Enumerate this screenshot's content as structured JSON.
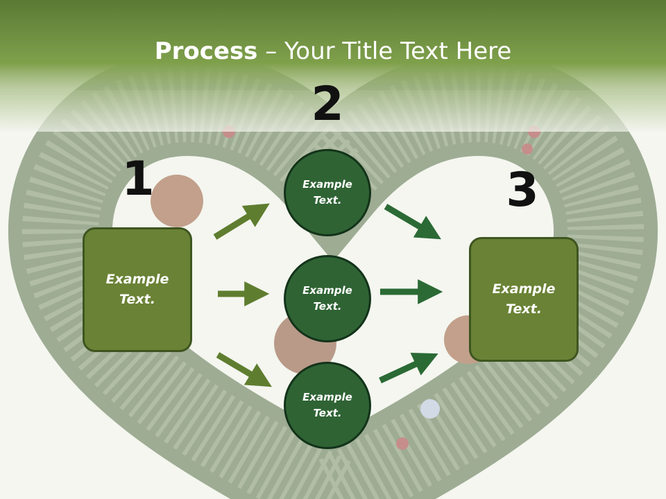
{
  "title": {
    "bold": "Process",
    "rest": " – Your Title Text Here"
  },
  "steps": [
    {
      "number": "1",
      "text_line1": "Example",
      "text_line2": "Text."
    },
    {
      "number": "2"
    },
    {
      "number": "3",
      "text_line1": "Example",
      "text_line2": "Text."
    }
  ],
  "circles": [
    {
      "text_line1": "Example",
      "text_line2": "Text."
    },
    {
      "text_line1": "Example",
      "text_line2": "Text."
    },
    {
      "text_line1": "Example",
      "text_line2": "Text."
    }
  ],
  "colors": {
    "header_green": "#6e8f3e",
    "box_fill": "#6a8235",
    "circle_fill": "#2f6334",
    "arrow_left": "#5f7d2f",
    "arrow_right": "#2b6a35"
  }
}
